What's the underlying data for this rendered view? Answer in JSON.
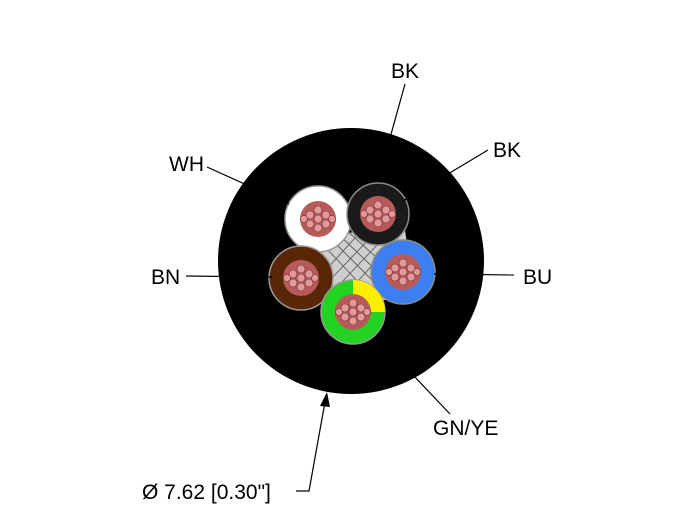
{
  "labels": {
    "bk_top": "BK",
    "bk_right": "BK",
    "wh": "WH",
    "bn": "BN",
    "bu": "BU",
    "gnye": "GN/YE",
    "diameter": "Ø 7.62 [0.30\"]"
  },
  "colors": {
    "jacket": "#000000",
    "filler": "#d4d4d4",
    "wh_insulation": "#ffffff",
    "bk_insulation": "#1a1a1a",
    "bu_insulation": "#3c7ff0",
    "bn_insulation": "#5a2608",
    "gn_insulation": "#22d322",
    "ye_stripe": "#ffee00",
    "copper": "#d07a7a"
  }
}
